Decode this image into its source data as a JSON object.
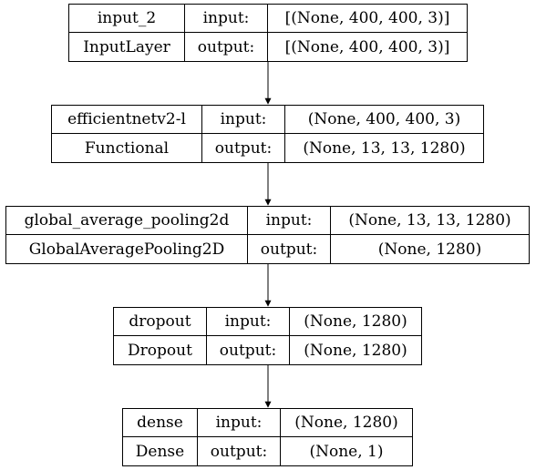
{
  "nodes": [
    {
      "name": "input_2",
      "class_name": "InputLayer",
      "input_label": "input:",
      "output_label": "output:",
      "input_shape": "[(None, 400, 400, 3)]",
      "output_shape": "[(None, 400, 400, 3)]"
    },
    {
      "name": "efficientnetv2-l",
      "class_name": "Functional",
      "input_label": "input:",
      "output_label": "output:",
      "input_shape": "(None, 400, 400, 3)",
      "output_shape": "(None, 13, 13, 1280)"
    },
    {
      "name": "global_average_pooling2d",
      "class_name": "GlobalAveragePooling2D",
      "input_label": "input:",
      "output_label": "output:",
      "input_shape": "(None, 13, 13, 1280)",
      "output_shape": "(None, 1280)"
    },
    {
      "name": "dropout",
      "class_name": "Dropout",
      "input_label": "input:",
      "output_label": "output:",
      "input_shape": "(None, 1280)",
      "output_shape": "(None, 1280)"
    },
    {
      "name": "dense",
      "class_name": "Dense",
      "input_label": "input:",
      "output_label": "output:",
      "input_shape": "(None, 1280)",
      "output_shape": "(None, 1)"
    }
  ],
  "edges": [
    {
      "from": "input_2",
      "to": "efficientnetv2-l"
    },
    {
      "from": "efficientnetv2-l",
      "to": "global_average_pooling2d"
    },
    {
      "from": "global_average_pooling2d",
      "to": "dropout"
    },
    {
      "from": "dropout",
      "to": "dense"
    }
  ],
  "colors": {
    "stroke": "#000000",
    "background": "#ffffff"
  }
}
